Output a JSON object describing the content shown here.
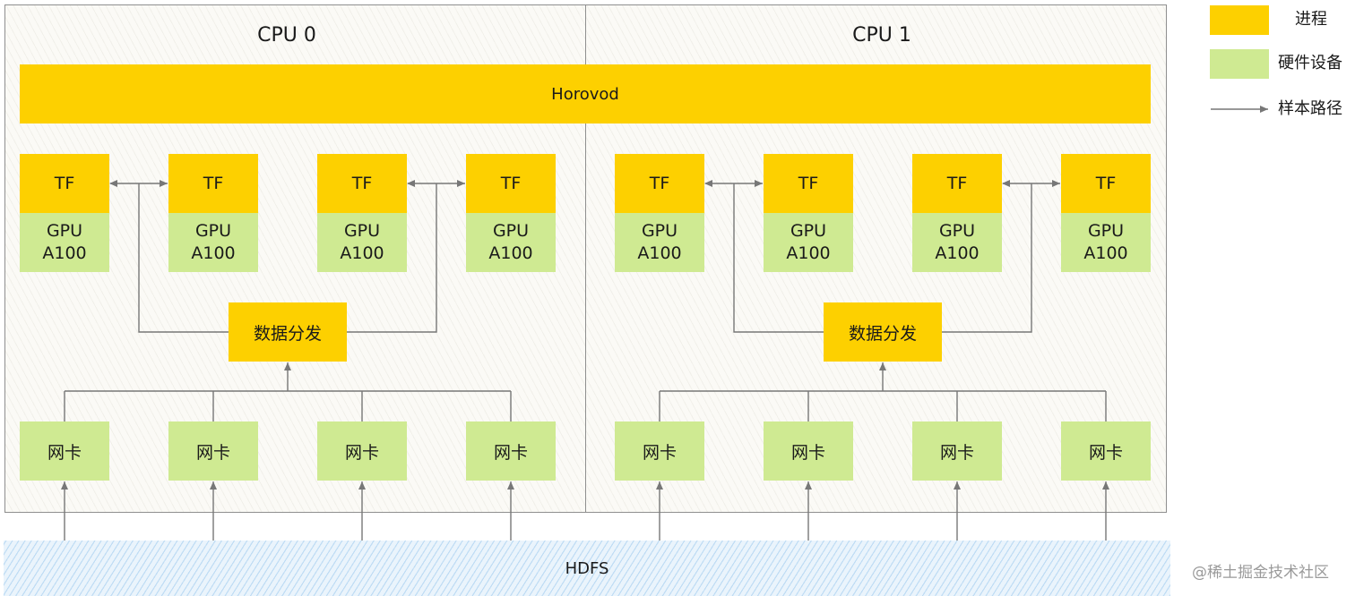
{
  "hdfs": {
    "label": "HDFS"
  },
  "horovod": {
    "label": "Horovod"
  },
  "cpus": [
    {
      "title": "CPU 0",
      "dispatch_label": "数据分发",
      "workers": [
        {
          "process": "TF",
          "gpu_line1": "GPU",
          "gpu_line2": "A100",
          "nic": "网卡"
        },
        {
          "process": "TF",
          "gpu_line1": "GPU",
          "gpu_line2": "A100",
          "nic": "网卡"
        },
        {
          "process": "TF",
          "gpu_line1": "GPU",
          "gpu_line2": "A100",
          "nic": "网卡"
        },
        {
          "process": "TF",
          "gpu_line1": "GPU",
          "gpu_line2": "A100",
          "nic": "网卡"
        }
      ]
    },
    {
      "title": "CPU 1",
      "dispatch_label": "数据分发",
      "workers": [
        {
          "process": "TF",
          "gpu_line1": "GPU",
          "gpu_line2": "A100",
          "nic": "网卡"
        },
        {
          "process": "TF",
          "gpu_line1": "GPU",
          "gpu_line2": "A100",
          "nic": "网卡"
        },
        {
          "process": "TF",
          "gpu_line1": "GPU",
          "gpu_line2": "A100",
          "nic": "网卡"
        },
        {
          "process": "TF",
          "gpu_line1": "GPU",
          "gpu_line2": "A100",
          "nic": "网卡"
        }
      ]
    }
  ],
  "legend": {
    "process": "进程",
    "hardware": "硬件设备",
    "sample_path": "样本路径"
  },
  "colors": {
    "process": "#fdd000",
    "hardware": "#cfea92",
    "arrow": "#777777",
    "hdfs": "#bcdcf5"
  },
  "watermark": "@稀土掘金技术社区"
}
